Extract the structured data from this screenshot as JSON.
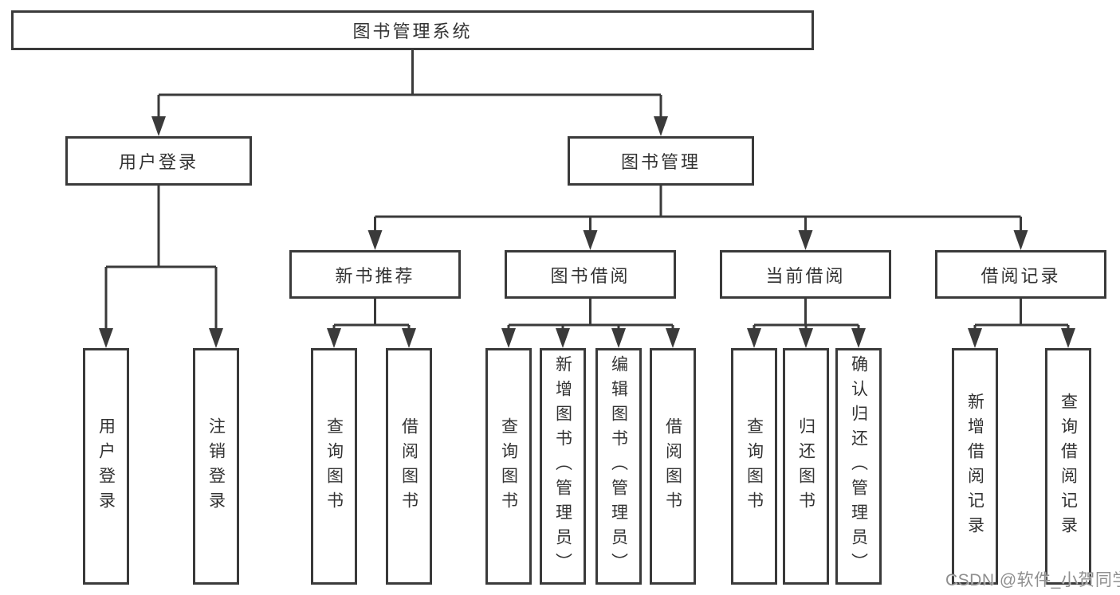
{
  "colors": {
    "line": "#3a3a3a",
    "text": "#333333",
    "watermark": "#8f8f8f",
    "background": "#ffffff"
  },
  "tree": {
    "label": "图书管理系统",
    "children": [
      {
        "label": "用户登录",
        "children": [
          {
            "label": "用户登录"
          },
          {
            "label": "注销登录"
          }
        ]
      },
      {
        "label": "图书管理",
        "children": [
          {
            "label": "新书推荐",
            "children": [
              {
                "label": "查询图书"
              },
              {
                "label": "借阅图书"
              }
            ]
          },
          {
            "label": "图书借阅",
            "children": [
              {
                "label": "查询图书"
              },
              {
                "label": "新增图书（管理员）"
              },
              {
                "label": "编辑图书（管理员）"
              },
              {
                "label": "借阅图书"
              }
            ]
          },
          {
            "label": "当前借阅",
            "children": [
              {
                "label": "查询图书"
              },
              {
                "label": "归还图书"
              },
              {
                "label": "确认归还（管理员）"
              }
            ]
          },
          {
            "label": "借阅记录",
            "children": [
              {
                "label": "新增借阅记录"
              },
              {
                "label": "查询借阅记录"
              }
            ]
          }
        ]
      }
    ]
  },
  "watermark": {
    "text": "CSDN @软件_小贺同学"
  }
}
